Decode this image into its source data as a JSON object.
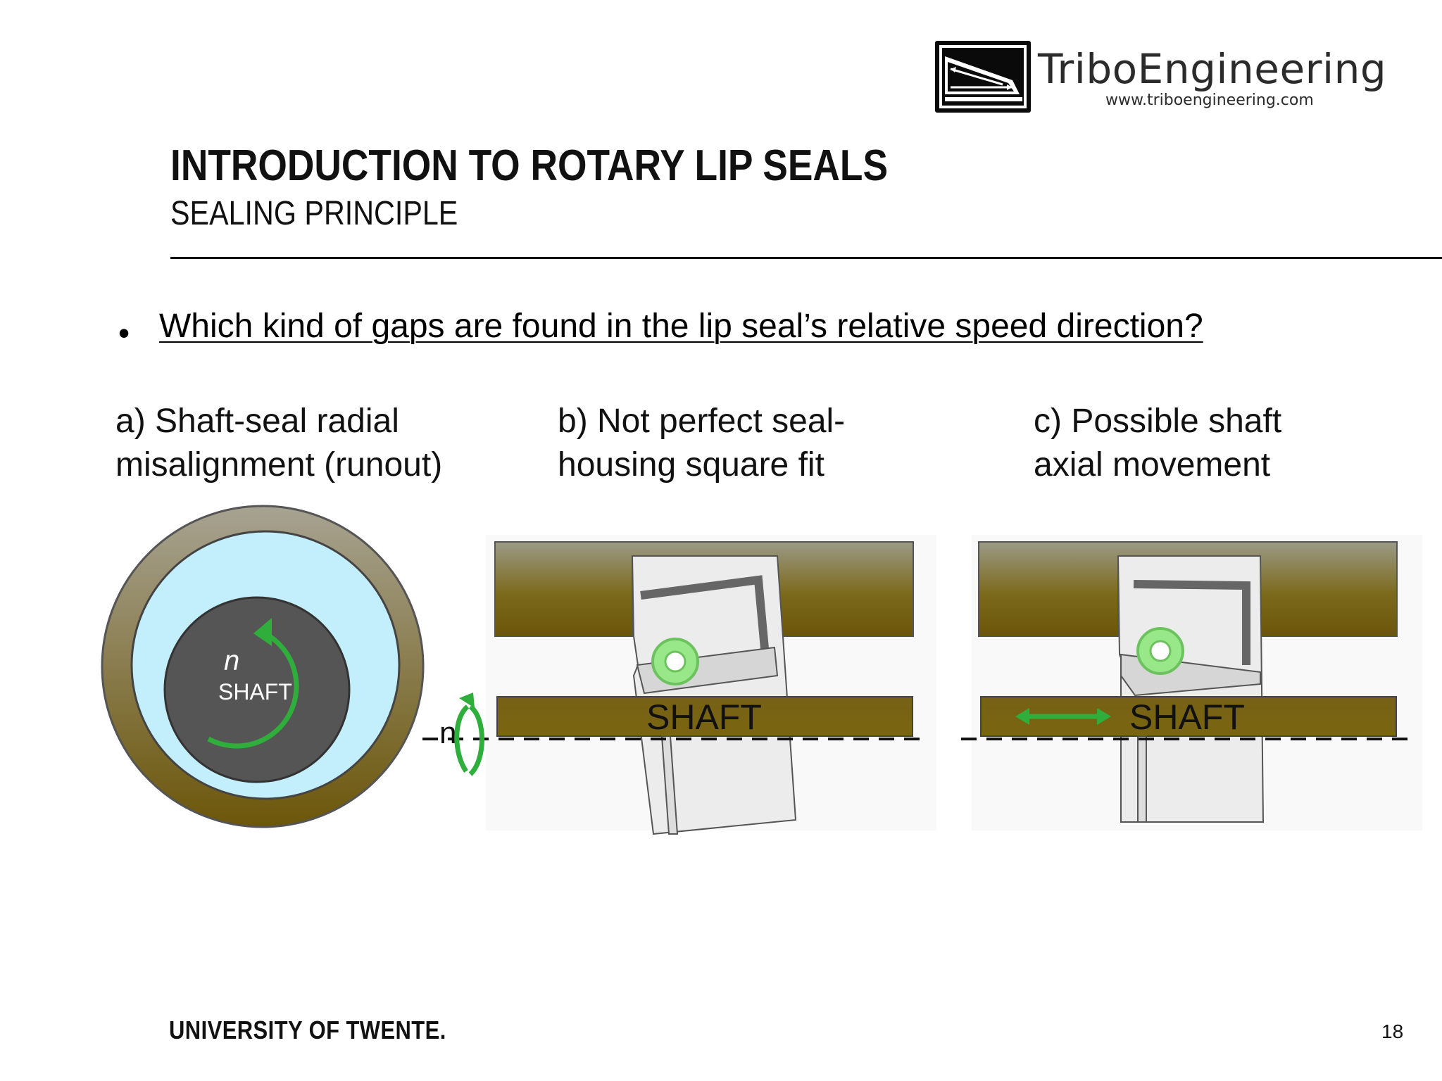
{
  "logo": {
    "name": "TriboEngineering",
    "url": "www.triboengineering.com"
  },
  "header": {
    "title": "INTRODUCTION TO ROTARY LIP SEALS",
    "subtitle": "SEALING PRINCIPLE"
  },
  "question": {
    "bullet": "•",
    "text": "Which kind of gaps are found in the lip seal’s relative speed direction?"
  },
  "captions": {
    "a": "a) Shaft-seal radial\nmisalignment (runout)",
    "b": "b) Not perfect seal-\nhousing square fit",
    "c": "c) Possible shaft\naxial movement"
  },
  "diagram": {
    "a": {
      "speed_symbol": "n",
      "shaft_label": "SHAFT"
    },
    "b": {
      "speed_symbol": "n",
      "shaft_label": "SHAFT"
    },
    "c": {
      "shaft_label": "SHAFT"
    }
  },
  "colors": {
    "housing": "#7a6510",
    "shaft_disc": "#555555",
    "lubricant": "#c3eefc",
    "arrow_green": "#2fae3c",
    "spring_green": "#98e88a"
  },
  "footer": {
    "university": "UNIVERSITY OF TWENTE.",
    "page_number": "18"
  }
}
